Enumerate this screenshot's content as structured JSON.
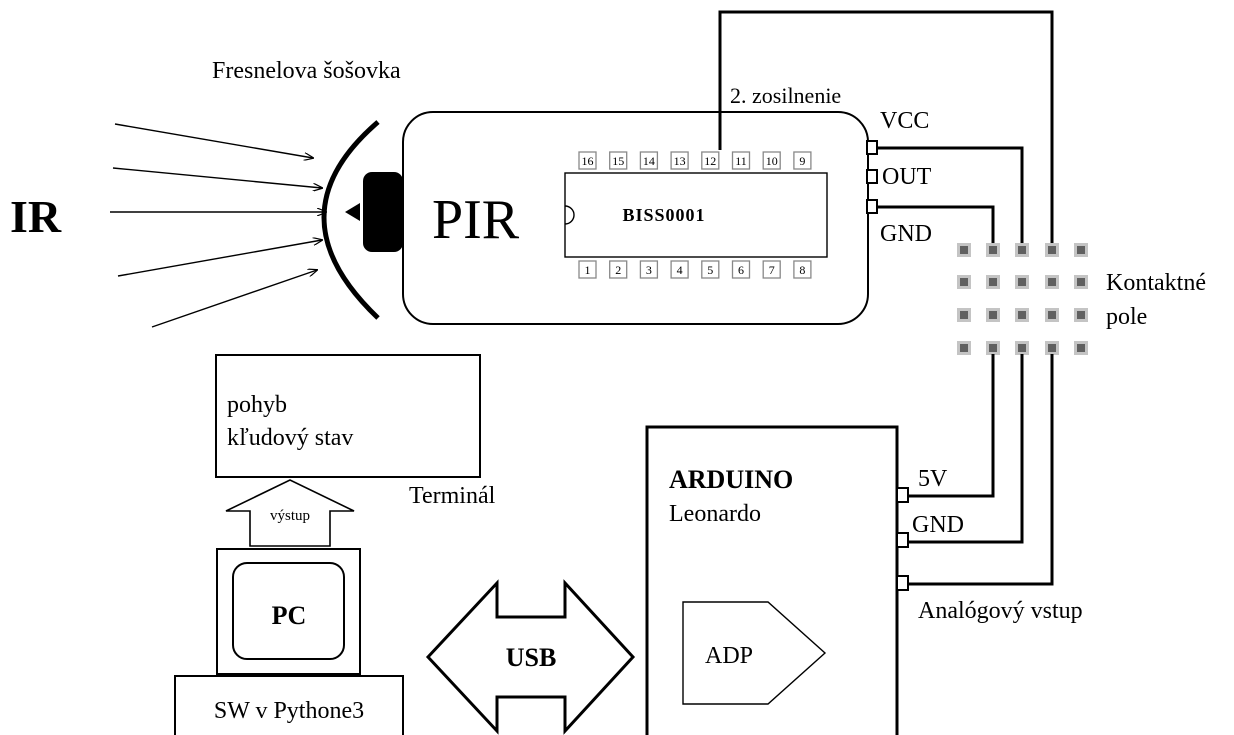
{
  "labels": {
    "ir": "IR",
    "lens": "Fresnelova šošovka",
    "pir": "PIR",
    "chip": "BISS0001",
    "amp": "2. zosilnenie",
    "vcc": "VCC",
    "out": "OUT",
    "gnd": "GND",
    "field_line1": "Kontaktné",
    "field_line2": "pole",
    "terminal_line1": "pohyb",
    "terminal_line2": "kľudový stav",
    "terminal": "Terminál",
    "output": "výstup",
    "pc": "PC",
    "software": "SW v Pythone3",
    "usb": "USB",
    "arduino": "ARDUINO",
    "arduino_model": "Leonardo",
    "pin_5v": "5V",
    "pin_gnd": "GND",
    "analog_input": "Analógový vstup",
    "adp": "ADP"
  },
  "chip_pins": {
    "top": [
      "16",
      "15",
      "14",
      "13",
      "12",
      "11",
      "10",
      "9"
    ],
    "bottom": [
      "1",
      "2",
      "3",
      "4",
      "5",
      "6",
      "7",
      "8"
    ]
  }
}
